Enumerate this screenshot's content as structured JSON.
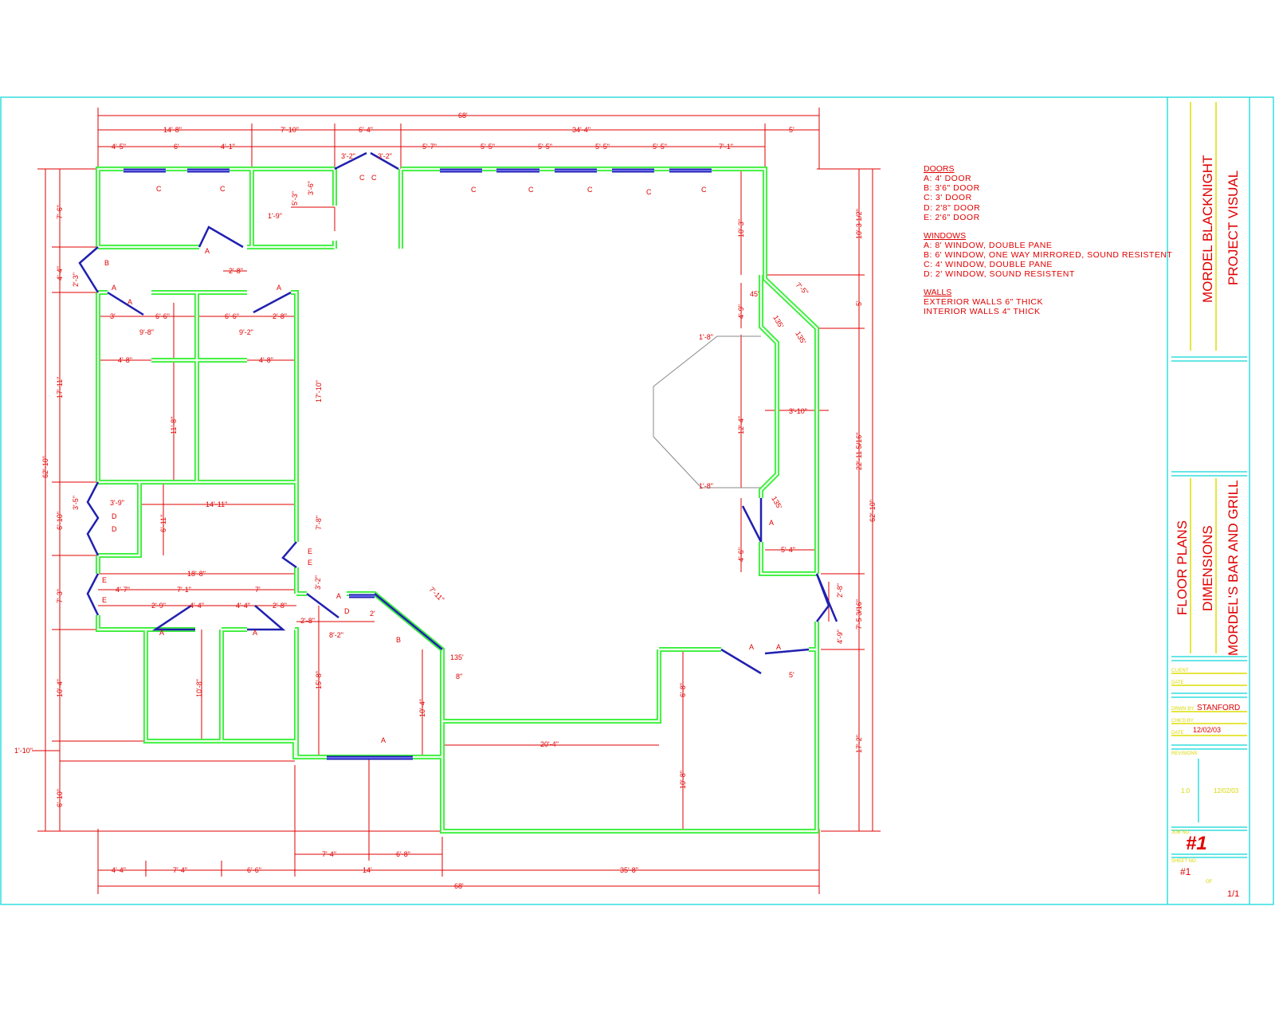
{
  "legend": {
    "doors_title": "DOORS",
    "doors": [
      "A:  4' DOOR",
      "B:  3'6\" DOOR",
      "C:  3' DOOR",
      "D:  2'8\" DOOR",
      "E:  2'6\" DOOR"
    ],
    "windows_title": "WINDOWS",
    "windows": [
      "A:  8' WINDOW, DOUBLE PANE",
      "B:  6' WINDOW, ONE WAY MIRRORED, SOUND RESISTENT",
      "C:  4' WINDOW, DOUBLE PANE",
      "D:  2' WINDOW, SOUND RESISTENT"
    ],
    "walls_title": "WALLS",
    "walls": [
      "EXTERIOR WALLS 6\" THICK",
      "INTERIOR WALLS 4\" THICK"
    ]
  },
  "title_block": {
    "designer": "MORDEL BLACKNIGHT",
    "project": "PROJECT VISUAL",
    "sheet_title": "FLOOR PLANS",
    "sheet_subtitle": "DIMENSIONS",
    "client_name": "MORDEL'S BAR AND GRILL",
    "client_label": "CLIENT",
    "date_label": "DATE",
    "drawn_by_label": "DRWN BY",
    "drawn_by": "STANFORD",
    "checked_by_label": "CHK'D BY",
    "date2_label": "DATE",
    "date": "12/02/03",
    "revisions_label": "REVISIONS",
    "revision_no": "1.0",
    "revision_date": "12/02/03",
    "job_no_label": "JOB NO.",
    "job_no": "#1",
    "sheet_no_label": "SHEET NO.",
    "sheet_no": "#1",
    "of_label": "OF",
    "page": "1/1"
  },
  "dims": {
    "top_total": "68'",
    "top_row2": [
      "14'-8\"",
      "7'-10\"",
      "6'-4\"",
      "34'-4\"",
      "5'"
    ],
    "top_row3": [
      "4'-5\"",
      "6'",
      "4'-1\"",
      "3'-2\"",
      "3'-2\"",
      "5'-7\"",
      "5'-5\"",
      "5'-5\"",
      "5'-5\"",
      "5'-5\"",
      "7'-1\""
    ],
    "bottom_row1": [
      "7'-4\"",
      "6'-8\""
    ],
    "bottom_row2": [
      "4'-4\"",
      "7'-4\"",
      "6'-6\"",
      "14'",
      "35'-8\""
    ],
    "bottom_total": "68'",
    "left": [
      "7'-6\"",
      "4'-4\"",
      "17'-11\"",
      "6'-10\"",
      "7'-3\"",
      "10'-4\"",
      "6'-10\""
    ],
    "left_total": "62'-10\"",
    "left_offset": "1'-10\"",
    "right": [
      "10'-3 1/2\"",
      "5'",
      "22'-11 5/16\"",
      "7'-5 3/16\"",
      "17'-2\""
    ],
    "right_total": "62'-10\"",
    "interior": [
      "3'-6\"",
      "5'-3\"",
      "1'-9\"",
      "2'-8\"",
      "3'",
      "6'-6\"",
      "6'-6\"",
      "2'-8\"",
      "9'-8\"",
      "9'-2\"",
      "4'-8\"",
      "4'-8\"",
      "11'-8\"",
      "17'-10\"",
      "14'-11\"",
      "6'-11\"",
      "3'-9\"",
      "7'-8\"",
      "18'-8\"",
      "4'-7\"",
      "7'-1\"",
      "7'",
      "2'-9\"",
      "4'-4\"",
      "4'-4\"",
      "2'-8\"",
      "2'-8\"",
      "3'-2\"",
      "8'-2\"",
      "2'",
      "15'-8\"",
      "10'-8\"",
      "10'-4\"",
      "8\"",
      "20'-4\"",
      "10'-8\"",
      "6'-8\"",
      "5'",
      "5'-4\"",
      "3'-10\"",
      "1'-8\"",
      "1'-8\"",
      "10'-3\"",
      "4'-9\"",
      "12'-4\"",
      "45'",
      "135'",
      "135'",
      "135'",
      "7'-5\"",
      "2'-8\"",
      "4'-9\"",
      "2'-3\"",
      "4'-6\"",
      "3'-5\"",
      "7'-11\"",
      "135'"
    ],
    "door_tags": [
      "A",
      "A",
      "A",
      "B",
      "B",
      "C",
      "C",
      "C",
      "C",
      "C",
      "C",
      "C",
      "C",
      "C",
      "D",
      "D",
      "D",
      "E",
      "E",
      "E",
      "E",
      "A",
      "A",
      "A",
      "A",
      "A",
      "A",
      "A",
      "A"
    ]
  }
}
